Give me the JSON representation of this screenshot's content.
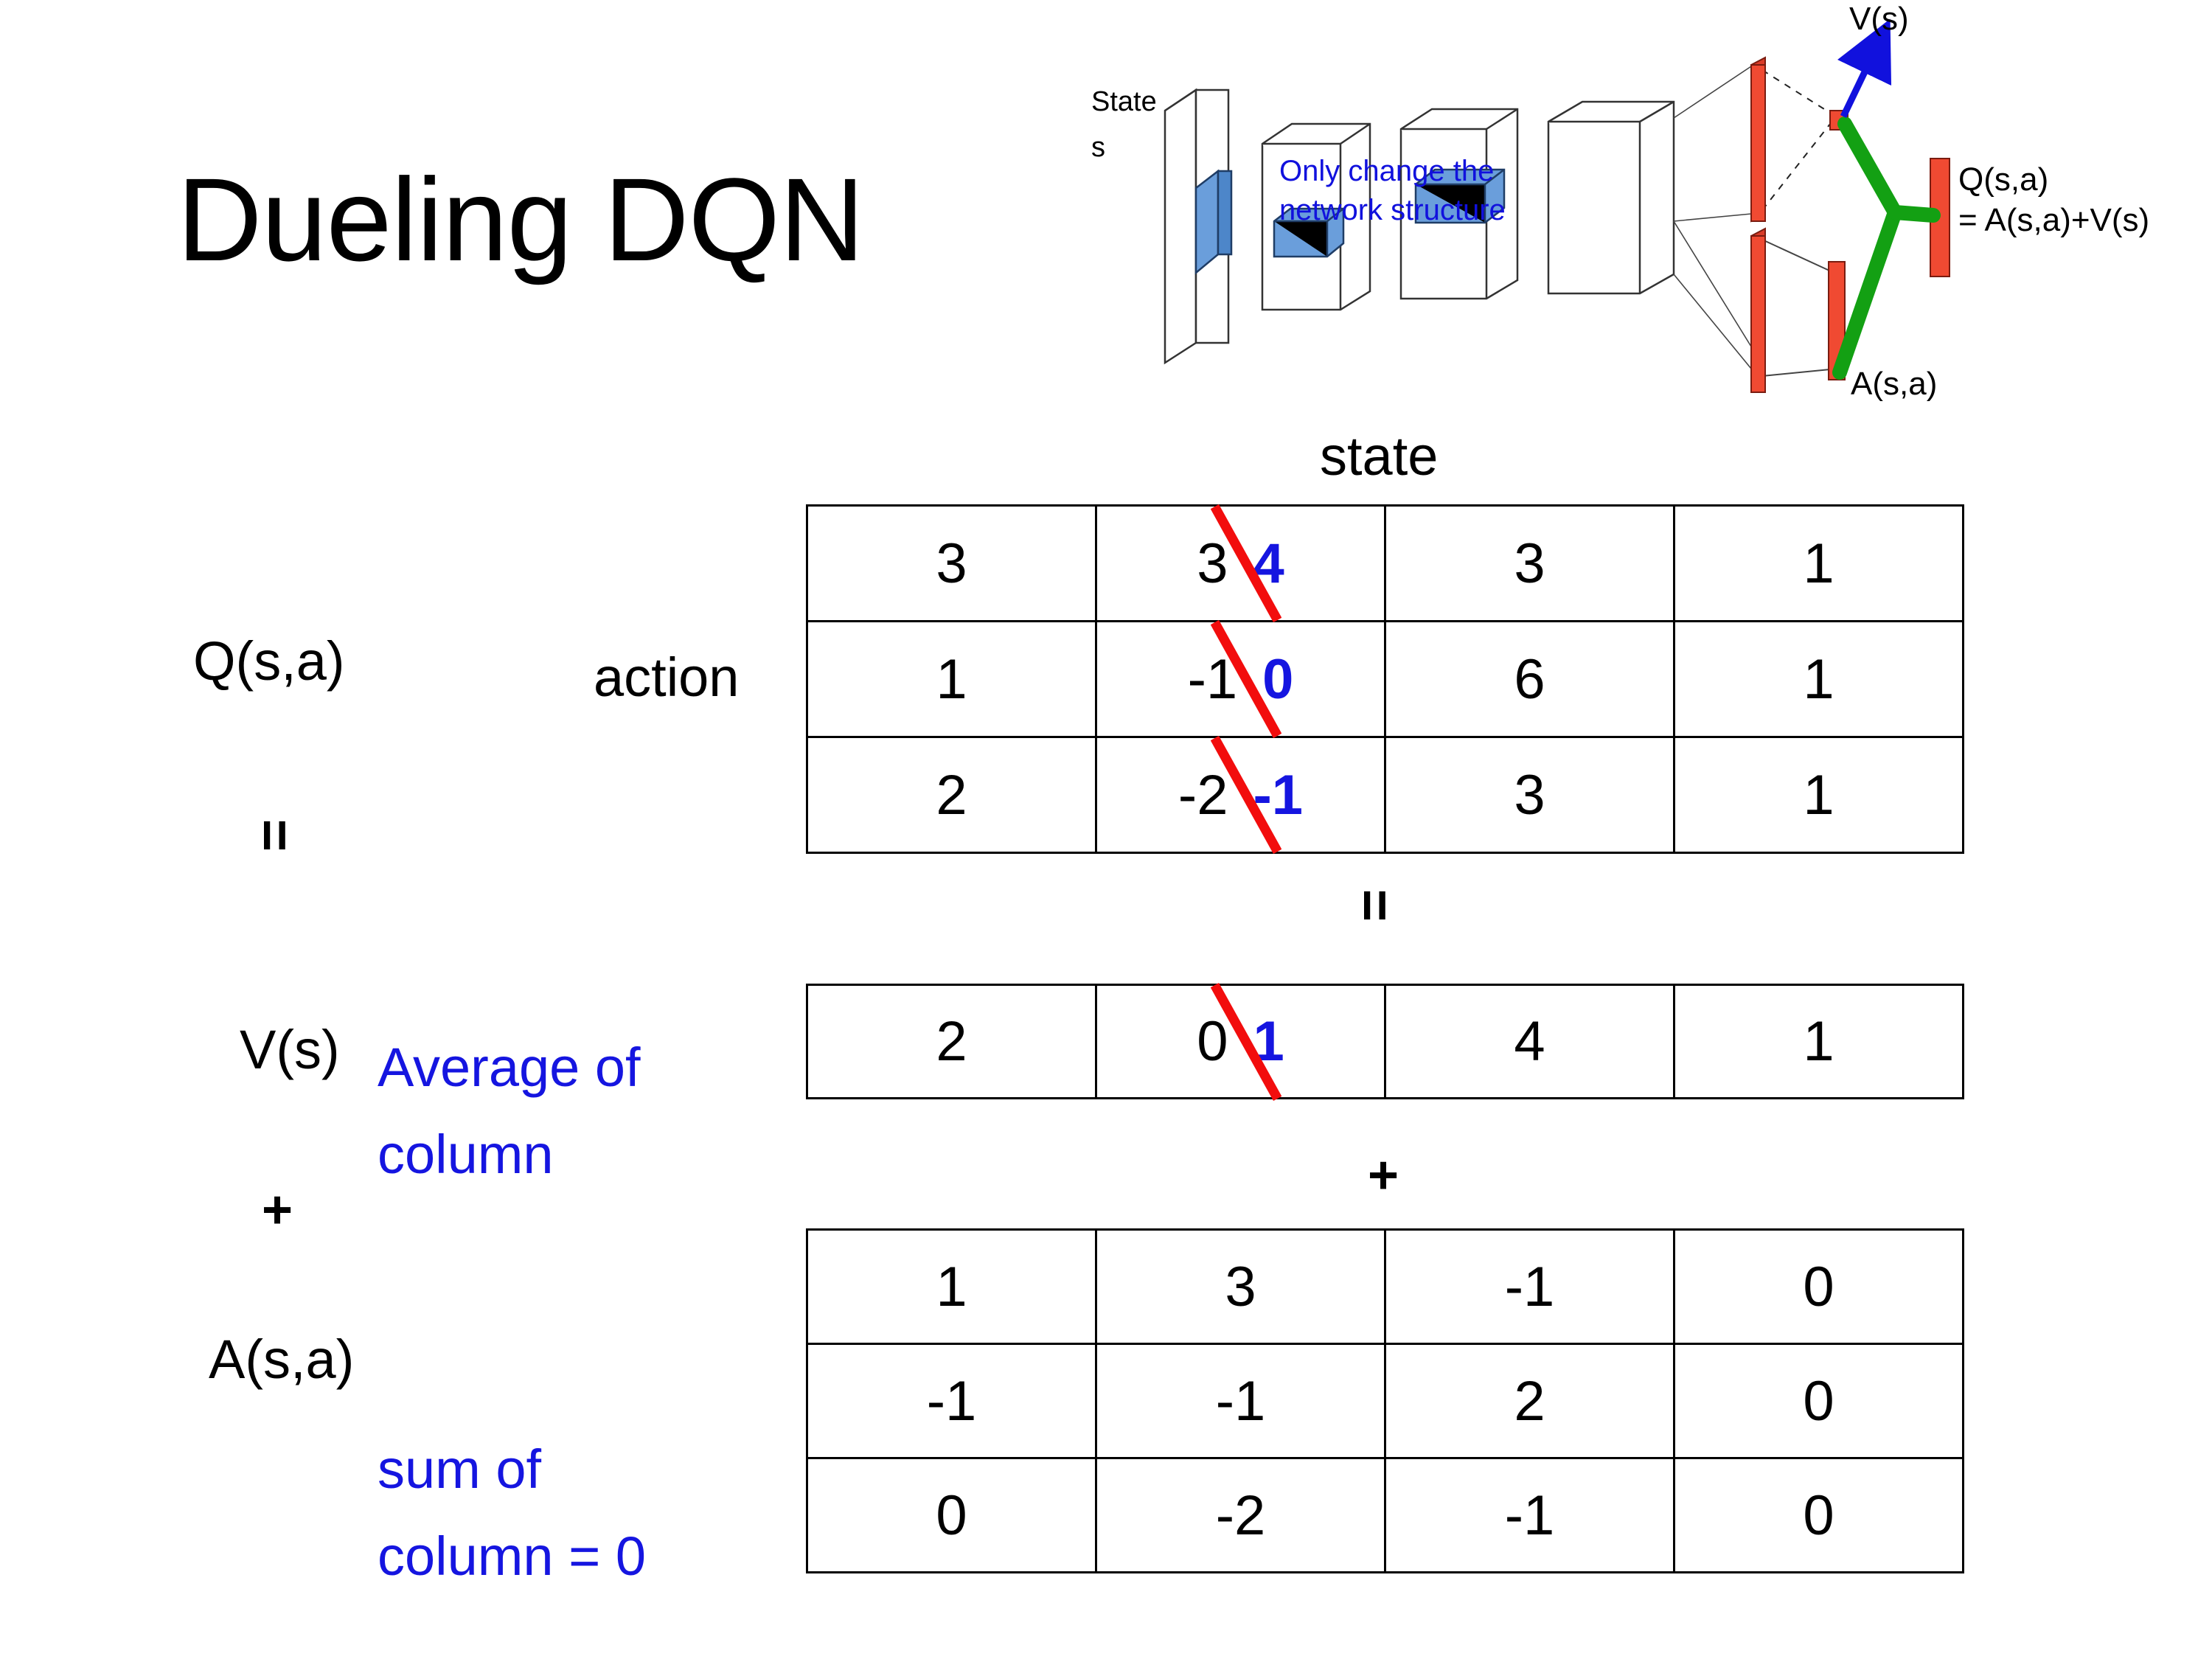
{
  "slide": {
    "title": "Dueling DQN",
    "background_color": "#ffffff"
  },
  "colors": {
    "accent_blue": "#1515e0",
    "strike_red": "#f20d0d",
    "diagram_red": "#ee3322",
    "diagram_green": "#13a013",
    "diagram_blue": "#1111dd",
    "text_black": "#000000"
  },
  "diagram": {
    "state_label_line1": "State",
    "state_label_line2": "s",
    "note_line1": "Only change the",
    "note_line2": "network structure",
    "value_label": "V(s)",
    "advantage_label": "A(s,a)",
    "q_label_line1": "Q(s,a)",
    "q_label_line2": "= A(s,a)+V(s)"
  },
  "labels": {
    "state_axis": "state",
    "action_axis": "action",
    "q_label": "Q(s,a)",
    "v_label": "V(s)",
    "a_label": "A(s,a)",
    "equals_left": "=",
    "plus_left": "+",
    "equals_mid": "=",
    "plus_mid": "+",
    "v_note_line1": "Average of",
    "v_note_line2": "column",
    "a_note_line1": "sum of",
    "a_note_line2": "column = 0"
  },
  "chart_data": {
    "type": "table",
    "title": "Dueling DQN: Q(s,a) = V(s) + A(s,a)",
    "axes": {
      "columns": "state",
      "rows": "action"
    },
    "tables": [
      {
        "name": "Q(s,a)",
        "rows": [
          [
            "3",
            "3",
            "3",
            "1"
          ],
          [
            "1",
            "-1",
            "6",
            "1"
          ],
          [
            "2",
            "-2",
            "3",
            "1"
          ]
        ],
        "edits": [
          {
            "row": 0,
            "col": 1,
            "old": "3",
            "new": "4"
          },
          {
            "row": 1,
            "col": 1,
            "old": "-1",
            "new": "0"
          },
          {
            "row": 2,
            "col": 1,
            "old": "-2",
            "new": "-1"
          }
        ]
      },
      {
        "name": "V(s)",
        "rows": [
          [
            "2",
            "0",
            "4",
            "1"
          ]
        ],
        "edits": [
          {
            "row": 0,
            "col": 1,
            "old": "0",
            "new": "1"
          }
        ]
      },
      {
        "name": "A(s,a)",
        "rows": [
          [
            "1",
            "3",
            "-1",
            "0"
          ],
          [
            "-1",
            "-1",
            "2",
            "0"
          ],
          [
            "0",
            "-2",
            "-1",
            "0"
          ]
        ],
        "edits": []
      }
    ]
  }
}
